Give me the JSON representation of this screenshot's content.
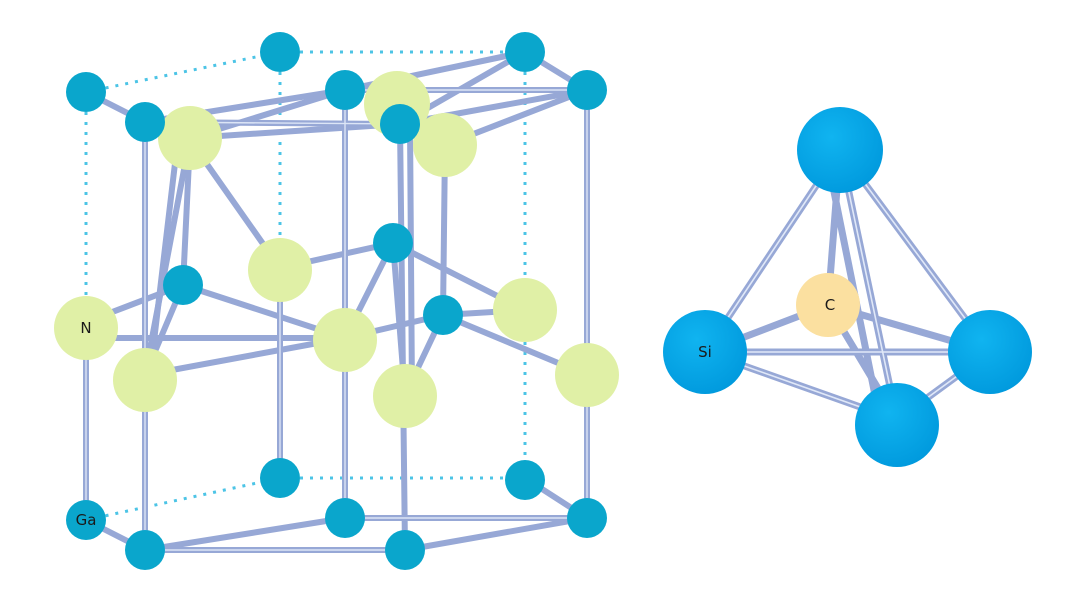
{
  "labels": {
    "nitrogen": "N",
    "gallium": "Ga",
    "silicon": "Si",
    "carbon": "C"
  },
  "colors": {
    "gallium_atom": "#0aa6cc",
    "nitrogen_atom": "#e0f0a6",
    "silicon_atom": "#0aa6e6",
    "carbon_atom": "#fbe0a0",
    "bond": "#97a8d6",
    "bond_highlight": "#e4ecfa",
    "dotted_edge": "#4cc4e6"
  }
}
